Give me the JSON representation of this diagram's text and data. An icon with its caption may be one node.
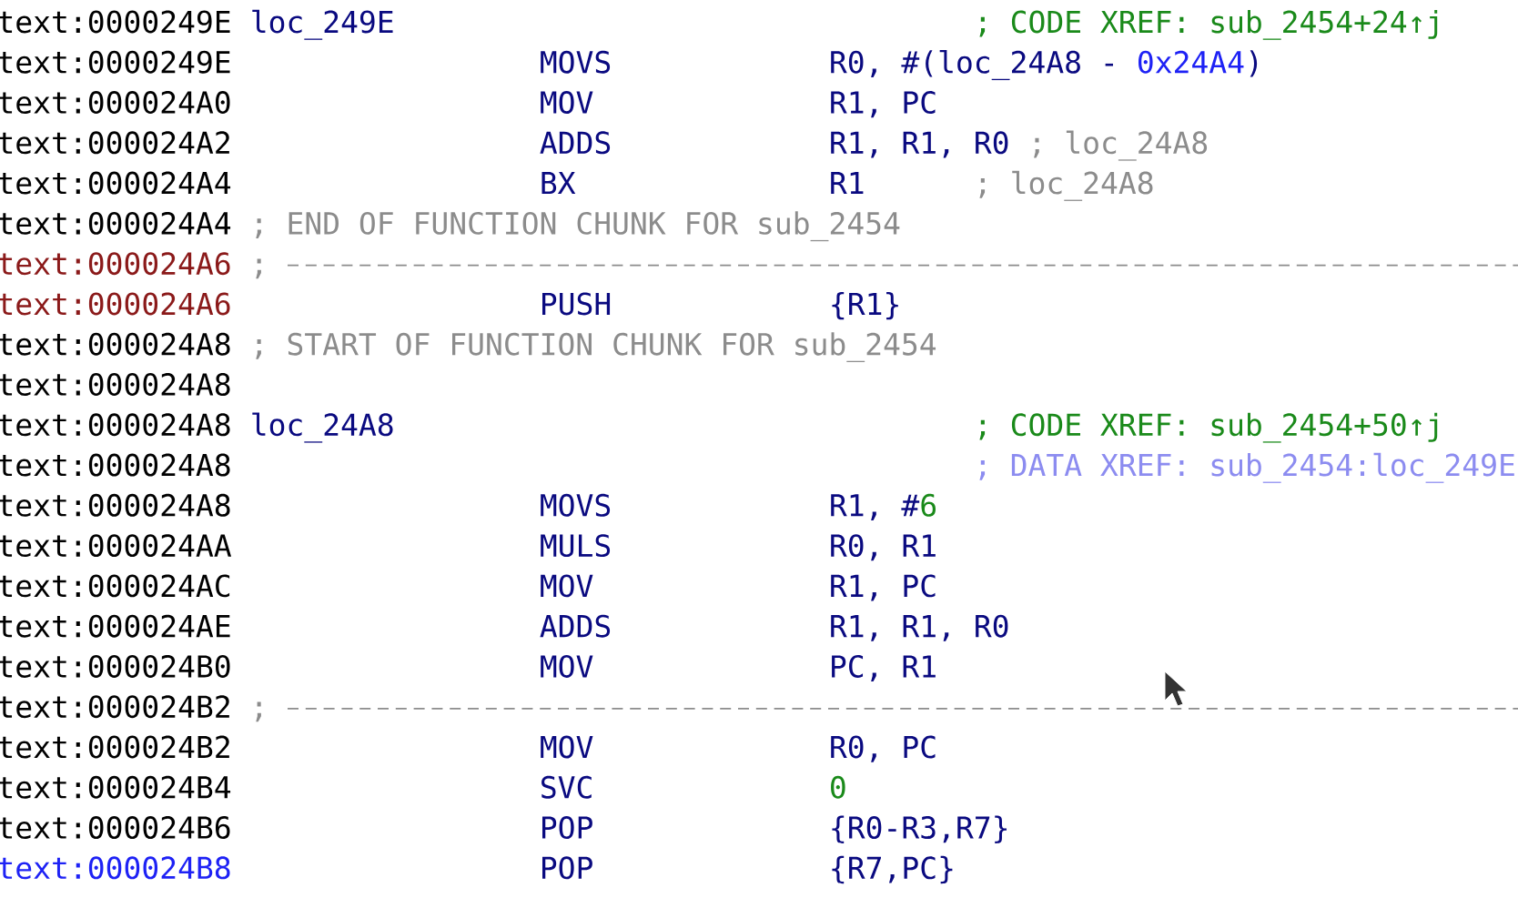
{
  "diagram": {
    "labels": [
      "text:0000249E",
      "loc_249E",
      "; CODE XREF: sub_2454+24↑j",
      "text:0000249E",
      "MOVS",
      "R0, #(loc_24A8 -",
      "0x24A4",
      ")",
      "text:000024A0",
      "MOV",
      "R1, PC",
      "text:000024A2",
      "ADDS",
      "R1, R1, R0",
      "; loc_24A8",
      "text:000024A4",
      "BX",
      "R1",
      "; loc_24A8",
      "text:000024A4",
      "; END OF FUNCTION CHUNK FOR sub_2454",
      "text:000024A6",
      ";",
      "text:000024A6",
      "PUSH",
      "{R1}",
      "text:000024A8",
      "; START OF FUNCTION CHUNK FOR sub_2454",
      "text:000024A8",
      "text:000024A8",
      "loc_24A8",
      "; CODE XREF: sub_2454+50↑j",
      "text:000024A8",
      "; DATA XREF: sub_2454:loc_249E",
      "text:000024A8",
      "MOVS",
      "R1, #",
      "6",
      "text:000024AA",
      "MULS",
      "R0, R1",
      "text:000024AC",
      "MOV",
      "R1, PC",
      "text:000024AE",
      "ADDS",
      "R1, R1, R0",
      "text:000024B0",
      "MOV",
      "PC, R1",
      "text:000024B2",
      ";",
      "text:000024B2",
      "MOV",
      "R0, PC",
      "text:000024B4",
      "SVC",
      "0",
      "text:000024B6",
      "POP",
      "{R0-R3,R7}",
      "text:000024B8",
      "POP",
      "{R7,PC}"
    ]
  }
}
